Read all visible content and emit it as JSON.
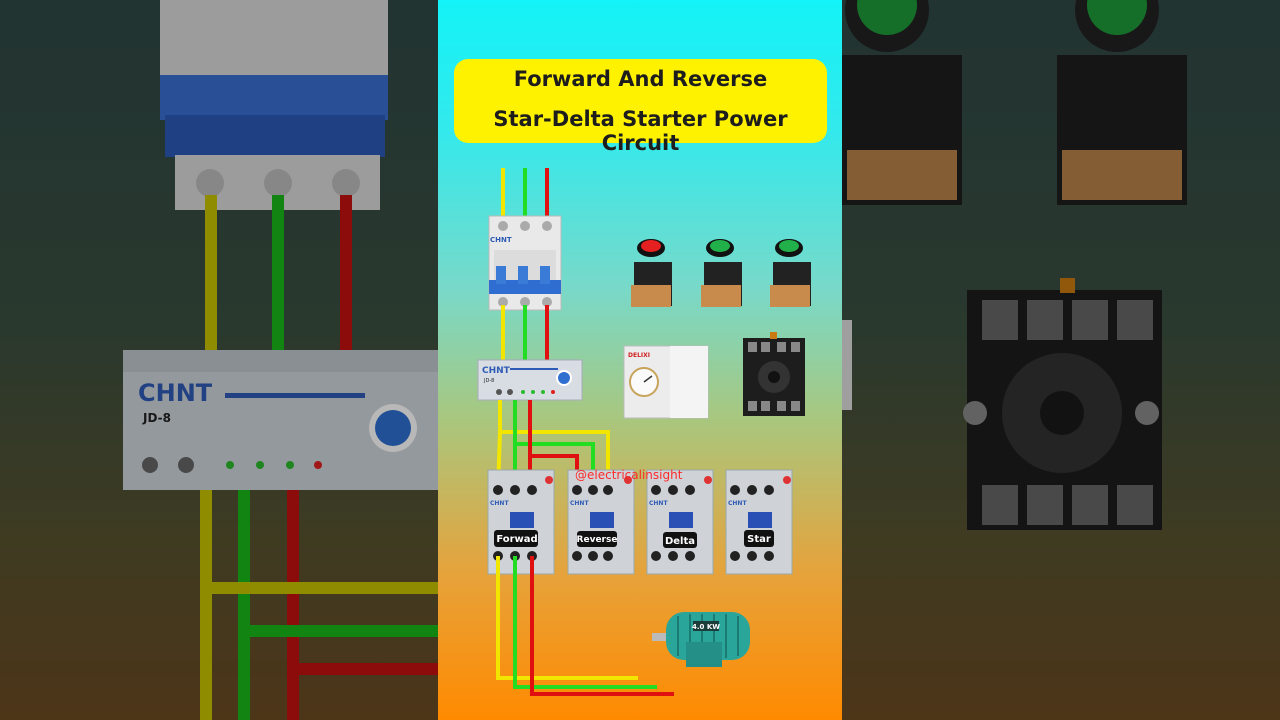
{
  "title": {
    "line1": "Forward And Reverse",
    "line2": "Star-Delta Starter Power Circuit"
  },
  "watermark": "@electricalinsight",
  "devices": {
    "mcb_brand": "CHNT",
    "protector_brand": "CHNT",
    "protector_model": "JD-8",
    "timer_brand": "DELIXI",
    "contactor_brand": "CHNT",
    "motor_plate": "4.0 KW"
  },
  "contactors": [
    {
      "label": "Forwad"
    },
    {
      "label": "Reverse"
    },
    {
      "label": "Delta"
    },
    {
      "label": "Star"
    }
  ],
  "colors": {
    "phase_l1": "#f2e600",
    "phase_l2": "#22dd22",
    "phase_l3": "#e01010",
    "title_bg": "#fff200"
  }
}
